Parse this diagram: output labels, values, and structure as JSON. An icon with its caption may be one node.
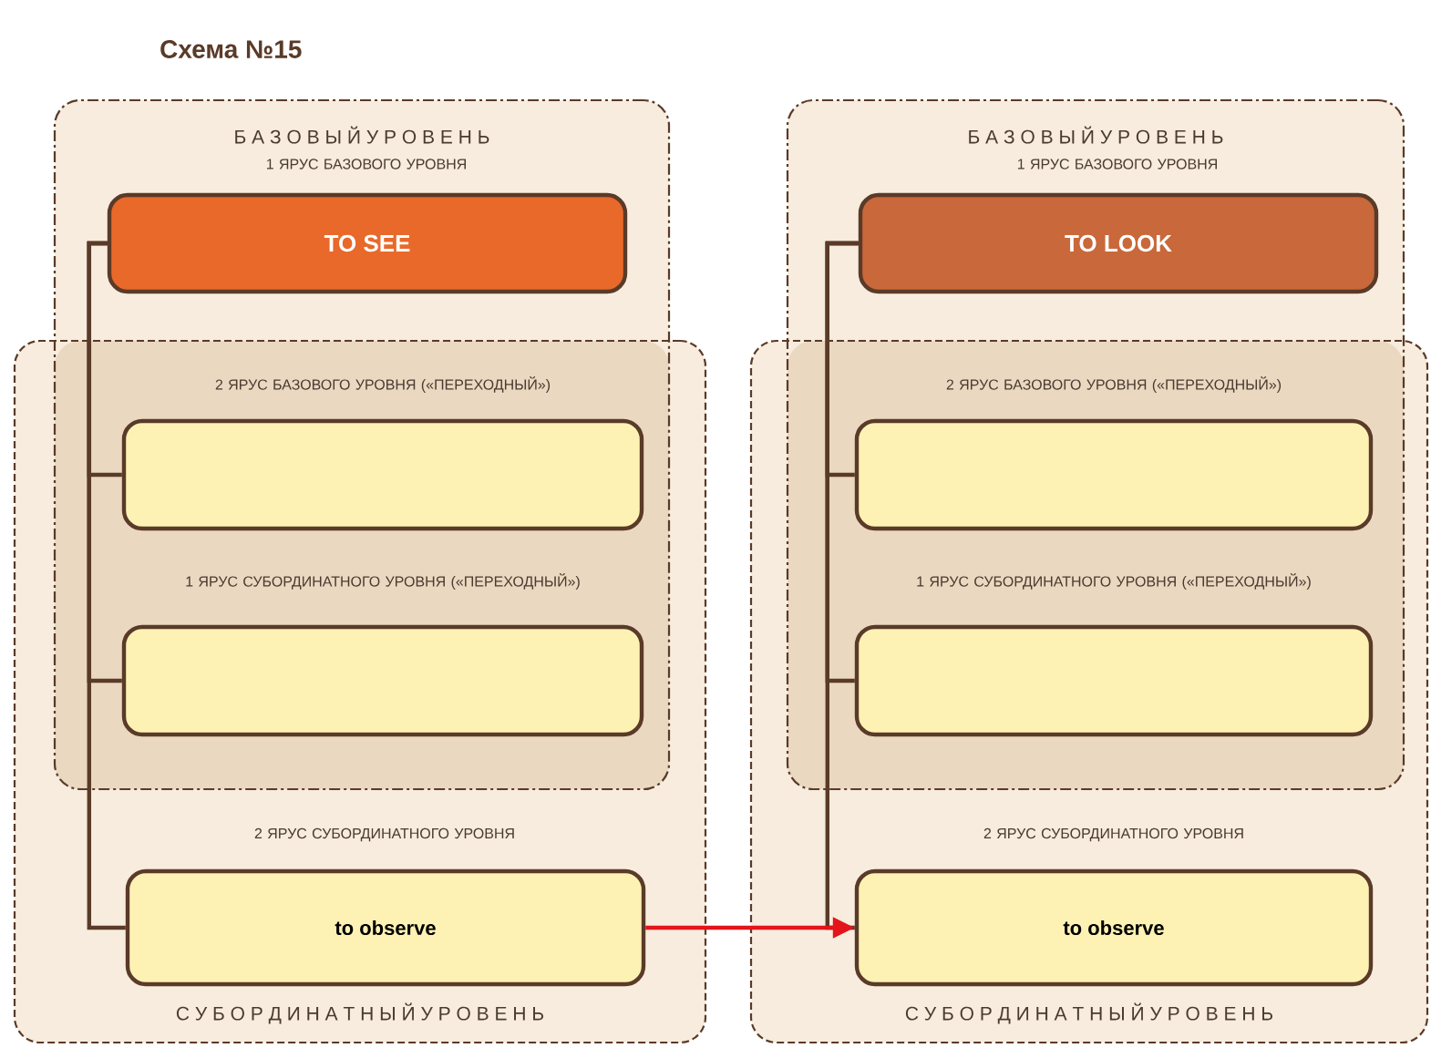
{
  "diagram": {
    "title": "Схема №15",
    "nodes": [
      {
        "text": [
          "Б А З О В Ы Й У Р О В Е Н Ь"
        ]
      },
      {
        "text": [
          "С У Б О Р Д И Н А Т Н Ы Й У Р О В Е Н Ь"
        ]
      },
      {
        "text": [
          "TO SEE"
        ],
        "in": 0
      },
      {
        "text": [],
        "shape": "box"
      },
      {
        "text": [],
        "shape": "box"
      },
      {
        "text": [
          "to observe"
        ],
        "in": 1
      },
      {
        "text": [
          "Б А З О В Ы Й У Р О В Е Н Ь"
        ]
      },
      {
        "text": [
          "С У Б О Р Д И Н А Т Н Ы Й У Р О В Е Н Ь"
        ]
      },
      {
        "text": [
          "TO LOOK"
        ],
        "in": 6
      },
      {
        "text": [],
        "shape": "box"
      },
      {
        "text": [],
        "shape": "box"
      },
      {
        "text": [
          "to observe"
        ],
        "in": 7
      }
    ],
    "edges": [
      {
        "from": 2,
        "to": 3,
        "arrow": "none"
      },
      {
        "from": 2,
        "to": 4,
        "arrow": "none"
      },
      {
        "from": 2,
        "to": 5,
        "arrow": "none"
      },
      {
        "from": 8,
        "to": 9,
        "arrow": "none"
      },
      {
        "from": 8,
        "to": 10,
        "arrow": "none"
      },
      {
        "from": 8,
        "to": 11,
        "arrow": "none"
      },
      {
        "from": 5,
        "to": 11,
        "arrow": "to",
        "color": "#e3141b"
      }
    ],
    "labels": [
      "1 ЯРУС БАЗОВОГО УРОВНЯ",
      "1 ЯРУС БАЗОВОГО УРОВНЯ",
      "2 ЯРУС БАЗОВОГО УРОВНЯ («ПЕРЕХОДНЫЙ»)",
      "2 ЯРУС БАЗОВОГО УРОВНЯ («ПЕРЕХОДНЫЙ»)",
      "1 ЯРУС СУБОРДИНАТНОГО УРОВНЯ («ПЕРЕХОДНЫЙ»)",
      "1 ЯРУС СУБОРДИНАТНОГО УРОВНЯ («ПЕРЕХОДНЫЙ»)",
      "2 ЯРУС СУБОРДИНАТНОГО УРОВНЯ",
      "2 ЯРУС СУБОРДИНАТНОГО УРОВНЯ"
    ]
  }
}
